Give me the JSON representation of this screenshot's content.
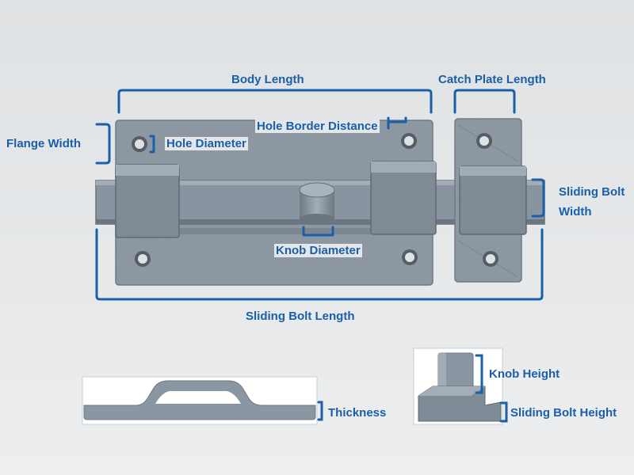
{
  "labels": {
    "body_length": "Body Length",
    "catch_plate_length": "Catch Plate Length",
    "hole_border_distance": "Hole Border Distance",
    "flange_width": "Flange Width",
    "hole_diameter": "Hole Diameter",
    "sliding_bolt_width_line1": "Sliding Bolt",
    "sliding_bolt_width_line2": "Width",
    "knob_diameter": "Knob Diameter",
    "sliding_bolt_length": "Sliding Bolt Length",
    "thickness": "Thickness",
    "knob_height": "Knob Height",
    "sliding_bolt_height": "Sliding Bolt Height"
  },
  "colors": {
    "annotation": "#1a5fa8",
    "part_fill": "#8b96a0",
    "part_shadow": "#5f6a74",
    "part_highlight": "#a7b1ba",
    "background": "#e4e6e8",
    "profile_fill": "#8a97a3"
  }
}
